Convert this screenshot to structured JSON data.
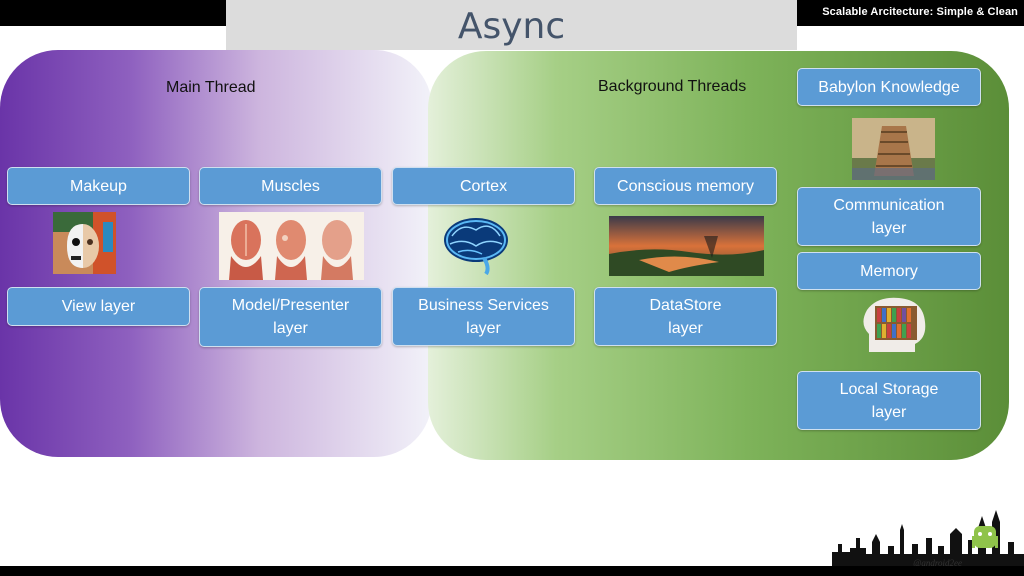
{
  "header": {
    "title": "Async",
    "brand": "Scalable Arcitecture: Simple & Clean"
  },
  "panels": {
    "main_label": "Main Thread",
    "background_label": "Background Threads"
  },
  "boxes": {
    "makeup": "Makeup",
    "muscles": "Muscles",
    "cortex": "Cortex",
    "conscious_memory": "Conscious memory",
    "babylon_knowledge": "Babylon Knowledge",
    "view_layer": "View layer",
    "model_presenter": "Model/Presenter\nlayer",
    "business_services": "Business Services\nlayer",
    "datastore": "DataStore\nlayer",
    "communication": "Communication\nlayer",
    "memory": "Memory",
    "local_storage": "Local Storage\nlayer"
  },
  "footer": {
    "handle": "@android2ee"
  },
  "colors": {
    "box_fill": "#5b9bd5",
    "main_panel": "#6a34a8",
    "background_panel": "#5b8e38",
    "title": "#44546a"
  }
}
